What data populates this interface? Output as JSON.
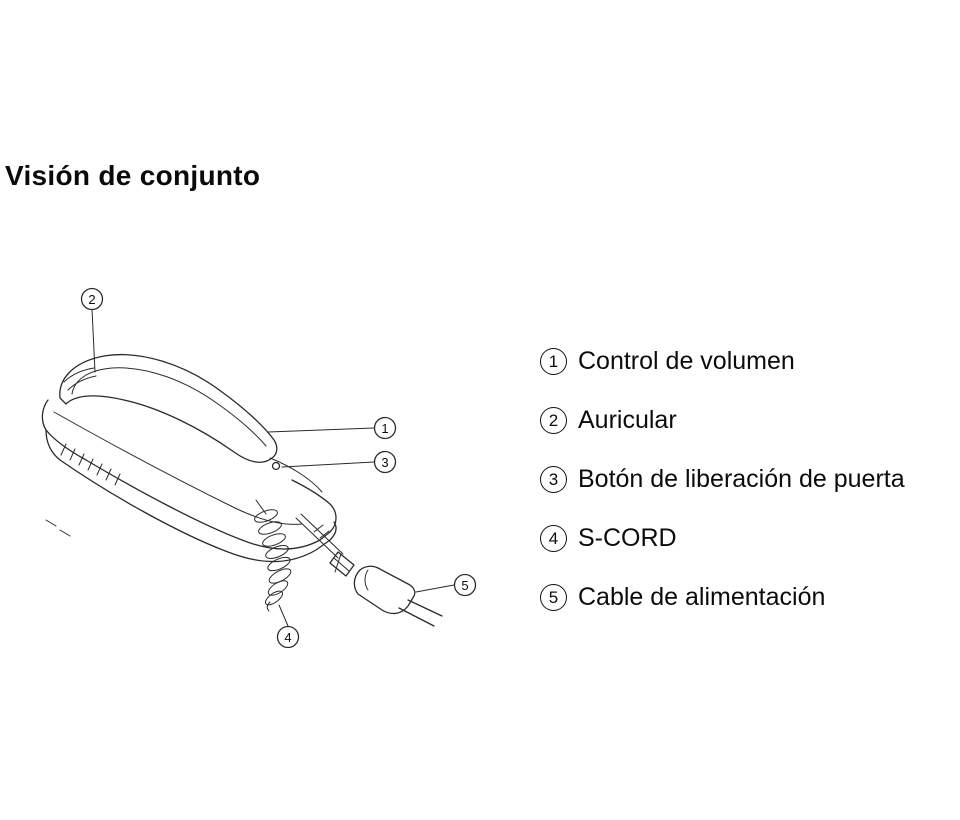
{
  "title": "Visión de conjunto",
  "legend": {
    "items": [
      {
        "num": "1",
        "label": "Control de volumen"
      },
      {
        "num": "2",
        "label": "Auricular"
      },
      {
        "num": "3",
        "label": "Botón de liberación de puerta"
      },
      {
        "num": "4",
        "label": "S-CORD"
      },
      {
        "num": "5",
        "label": "Cable de alimentación"
      }
    ]
  },
  "diagram": {
    "callouts": [
      {
        "num": "1"
      },
      {
        "num": "2"
      },
      {
        "num": "3"
      },
      {
        "num": "4"
      },
      {
        "num": "5"
      }
    ],
    "line_color": "#2b2b2b"
  }
}
